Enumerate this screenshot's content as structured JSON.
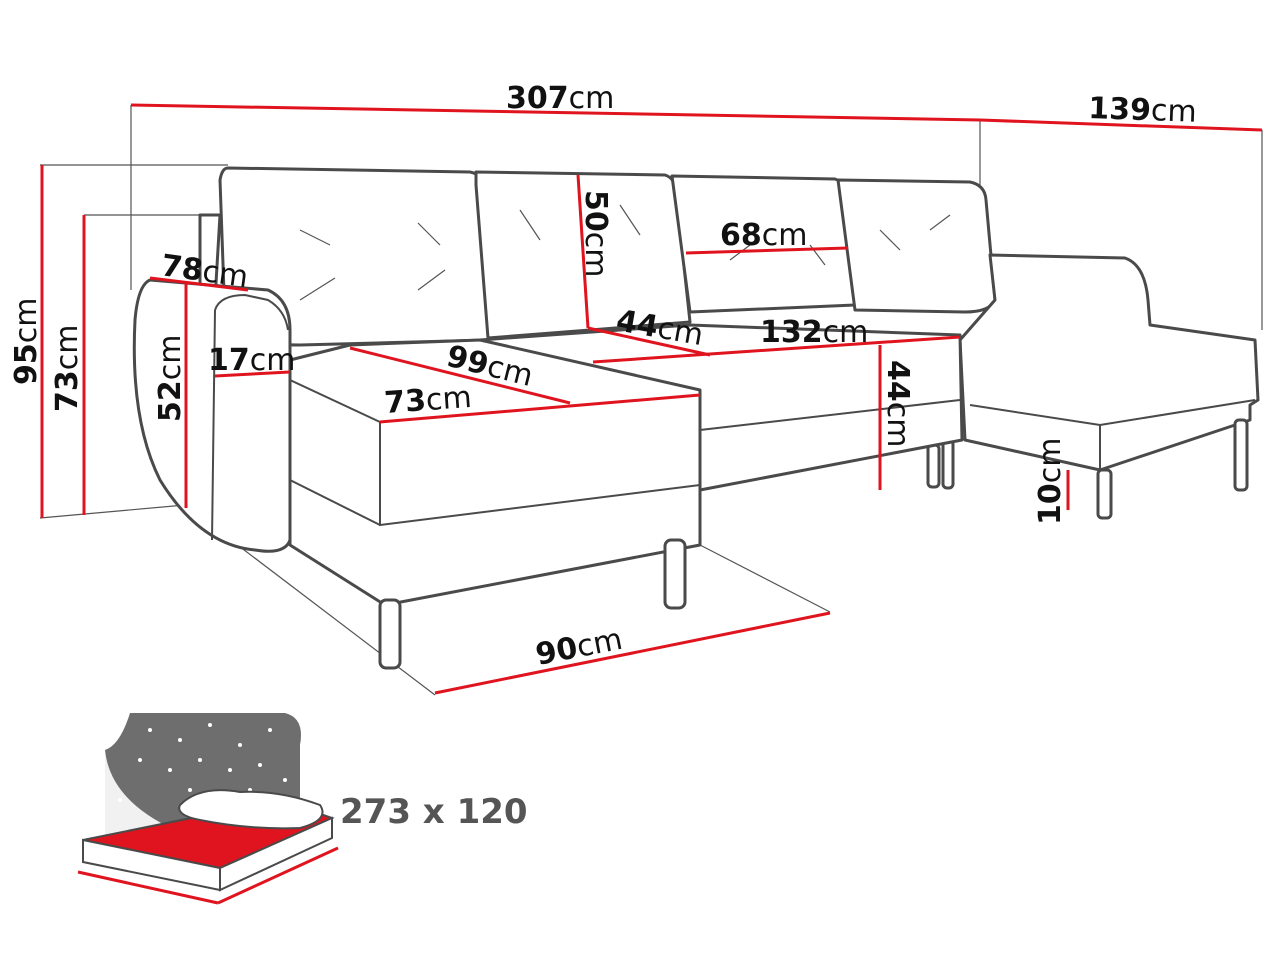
{
  "dimensions": {
    "total_width": {
      "value": "307",
      "unit": "cm"
    },
    "chaise_width": {
      "value": "139",
      "unit": "cm"
    },
    "total_height": {
      "value": "95",
      "unit": "cm"
    },
    "armrest_height": {
      "value": "73",
      "unit": "cm"
    },
    "armrest_depth": {
      "value": "78",
      "unit": "cm"
    },
    "armrest_inner_height": {
      "value": "52",
      "unit": "cm"
    },
    "armrest_width": {
      "value": "17",
      "unit": "cm"
    },
    "backrest_height": {
      "value": "50",
      "unit": "cm"
    },
    "cushion_width": {
      "value": "68",
      "unit": "cm"
    },
    "seat_depth": {
      "value": "44",
      "unit": "cm"
    },
    "middle_seat_width": {
      "value": "132",
      "unit": "cm"
    },
    "chaise_length": {
      "value": "99",
      "unit": "cm"
    },
    "chaise_seat_width": {
      "value": "73",
      "unit": "cm"
    },
    "seat_height": {
      "value": "44",
      "unit": "cm"
    },
    "leg_height": {
      "value": "10",
      "unit": "cm"
    },
    "chaise_total_width": {
      "value": "90",
      "unit": "cm"
    }
  },
  "sleeping_area": {
    "label": "273 x 120"
  },
  "colors": {
    "dimension_line": "#e0141e",
    "outline": "#4a4a4a"
  }
}
